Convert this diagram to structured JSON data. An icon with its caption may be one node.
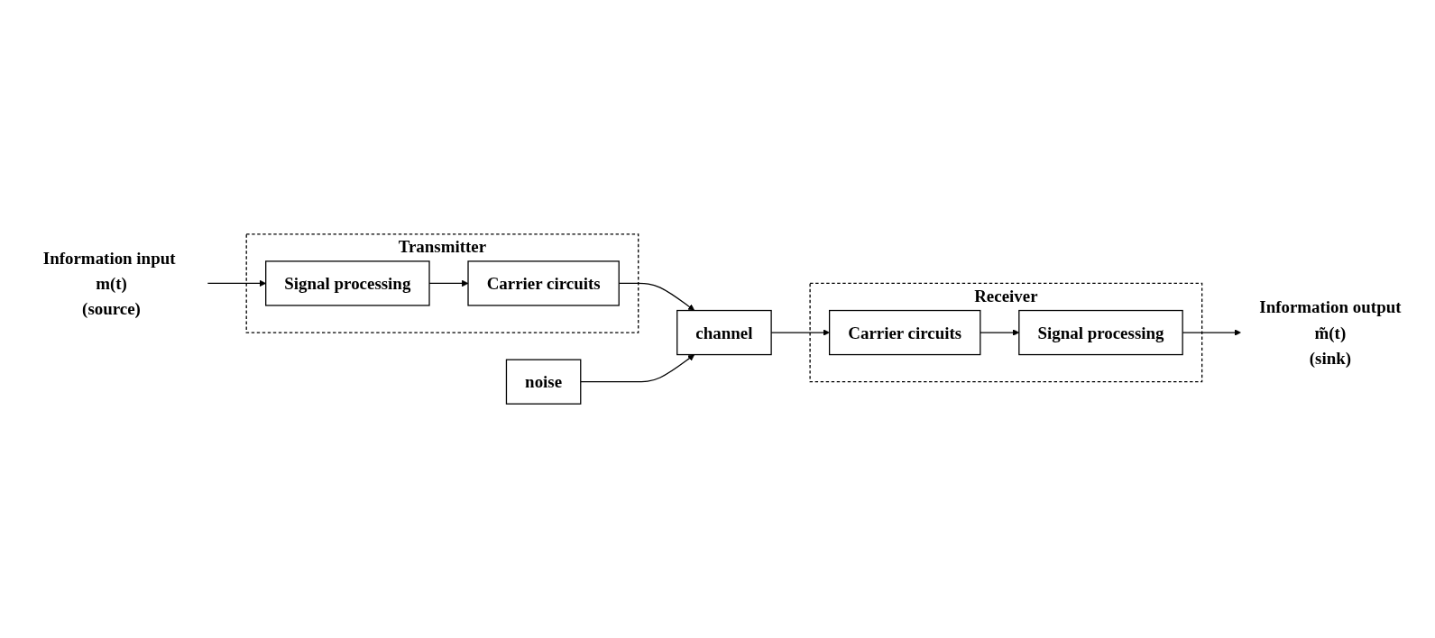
{
  "diagram": {
    "nodes": [
      {
        "text": [
          "Information input m(t)",
          "(source)"
        ]
      },
      {
        "text": [
          "Transmitter"
        ]
      },
      {
        "text": [
          "Signal processing"
        ],
        "in": 1
      },
      {
        "text": [
          "Carrier circuits"
        ],
        "in": 1
      },
      {
        "text": [
          "channel"
        ]
      },
      {
        "text": [
          "noise"
        ]
      },
      {
        "text": [
          "Information output",
          "m̃(t)",
          "(sink)"
        ]
      },
      {
        "text": [
          "Receiver"
        ]
      },
      {
        "text": [
          "Signal processing"
        ],
        "in": 7
      },
      {
        "text": [
          "Carrier circuits"
        ],
        "in": 7
      }
    ],
    "edges": [
      {
        "from": 0,
        "to": 2,
        "arrow": "to"
      },
      {
        "from": 2,
        "to": 3,
        "arrow": "to"
      },
      {
        "from": 3,
        "to": 4,
        "arrow": "to"
      },
      {
        "from": 5,
        "to": 4,
        "arrow": "to"
      },
      {
        "from": 4,
        "to": 9,
        "arrow": "to"
      },
      {
        "from": 9,
        "to": 8,
        "arrow": "to"
      },
      {
        "from": 8,
        "to": 6,
        "arrow": "to"
      }
    ]
  }
}
